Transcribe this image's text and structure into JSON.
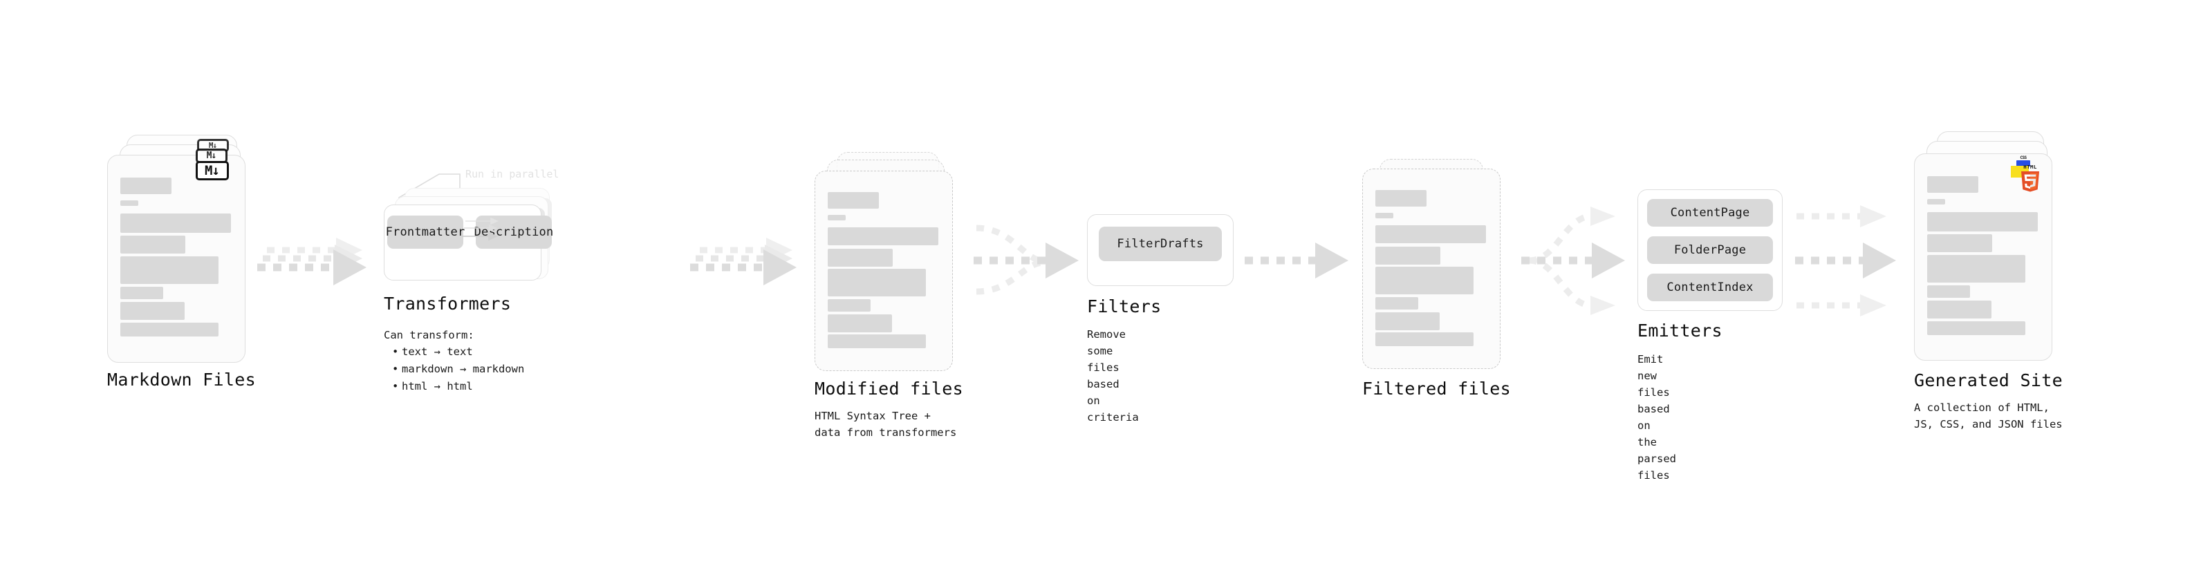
{
  "diagram": {
    "type": "pipeline-flow",
    "background": "#ffffff",
    "accent_colors": {
      "skeleton": "#d9d9d9",
      "card_border": "#dedede",
      "dashed_border": "#c9c9c9",
      "pill": "#d9d9d9",
      "arrow": "#d8d8d8",
      "html5_orange": "#e44d26",
      "html5_orange_light": "#f16529",
      "css_blue": "#264de4",
      "js_yellow": "#f7df1e",
      "ghost_text": "#e2e2e2"
    }
  },
  "stages": [
    {
      "id": "markdown-files",
      "title": "Markdown Files",
      "caption": "",
      "kind": "document-stack",
      "stack_count": 3,
      "border": "solid",
      "badge": "markdown-badge"
    },
    {
      "id": "transformers",
      "title": "Transformers",
      "caption": "Can transform:",
      "kind": "process-box",
      "stack_count": 3,
      "annotation": "Run in parallel",
      "pills": [
        "Frontmatter",
        "Description"
      ],
      "bullets": [
        "text → text",
        "markdown → markdown",
        "html → html"
      ]
    },
    {
      "id": "modified-files",
      "title": "Modified files",
      "caption": "HTML Syntax Tree +\ndata from transformers",
      "kind": "document-stack",
      "stack_count": 3,
      "border": "dashed",
      "badge": ""
    },
    {
      "id": "filters",
      "title": "Filters",
      "caption": "Remove some files based\non criteria",
      "kind": "process-box",
      "stack_count": 1,
      "pills": [
        "FilterDrafts"
      ]
    },
    {
      "id": "filtered-files",
      "title": "Filtered files",
      "caption": "",
      "kind": "document-stack",
      "stack_count": 2,
      "border": "dashed",
      "badge": ""
    },
    {
      "id": "emitters",
      "title": "Emitters",
      "caption": "Emit new files based on\nthe parsed files",
      "kind": "process-box",
      "stack_count": 1,
      "pills": [
        "ContentPage",
        "FolderPage",
        "ContentIndex"
      ]
    },
    {
      "id": "generated-site",
      "title": "Generated Site",
      "caption": "A collection of HTML,\nJS, CSS, and JSON files",
      "kind": "document-stack",
      "stack_count": 3,
      "border": "solid",
      "badge": "html5-badge",
      "extra_badges": [
        "css-badge",
        "js-badge"
      ]
    }
  ],
  "badges": {
    "markdown": {
      "letter": "M",
      "arrow": "↓"
    },
    "html5": {
      "label": "HTML",
      "digit": "5"
    },
    "css": {
      "label": "CSS"
    },
    "js": {
      "label": "JS"
    }
  },
  "connectors": [
    {
      "from": "markdown-files",
      "to": "transformers",
      "style": "dashed",
      "branches": 3
    },
    {
      "from": "transformers",
      "to": "modified-files",
      "style": "dashed",
      "branches": 3
    },
    {
      "from": "modified-files",
      "to": "filters",
      "style": "dashed",
      "branches": "merge"
    },
    {
      "from": "filters",
      "to": "filtered-files",
      "style": "dashed",
      "branches": 1
    },
    {
      "from": "filtered-files",
      "to": "emitters",
      "style": "dashed",
      "branches": "split"
    },
    {
      "from": "emitters",
      "to": "generated-site",
      "style": "dashed",
      "branches": 3
    }
  ]
}
